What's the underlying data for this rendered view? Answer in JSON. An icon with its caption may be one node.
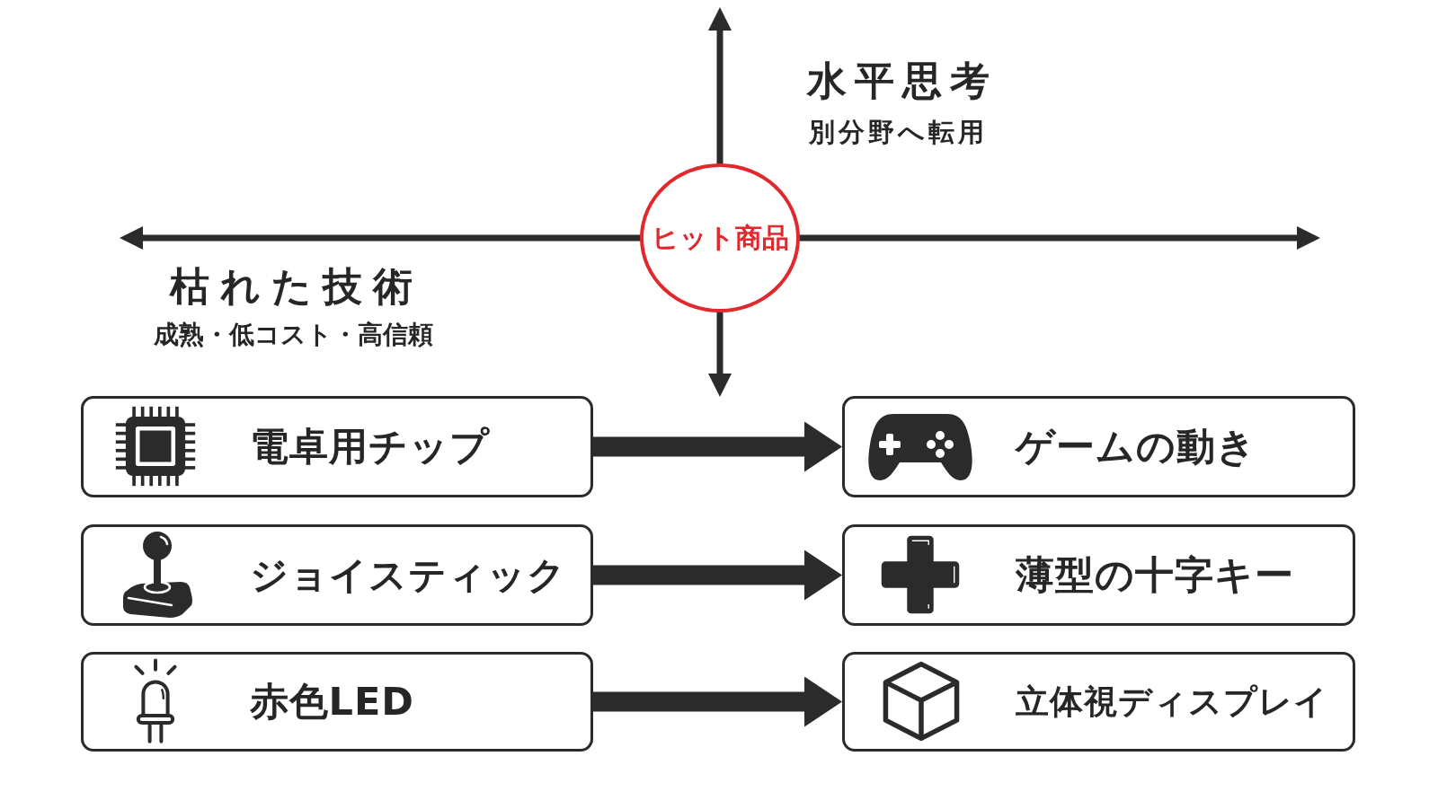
{
  "diagram": {
    "nodes": [
      {
        "text": [
          "ヒット商品"
        ]
      },
      {
        "text": [
          "電卓用チップ"
        ]
      },
      {
        "text": [
          "ゲームの動き"
        ]
      },
      {
        "text": [
          "ジョイスティック"
        ]
      },
      {
        "text": [
          "薄型の十字キー"
        ]
      },
      {
        "text": [
          "赤色LED"
        ]
      },
      {
        "text": [
          "立体視ディスプレイ"
        ]
      }
    ],
    "edges": [
      {
        "from": 1,
        "to": 2,
        "arrow": "to"
      },
      {
        "from": 3,
        "to": 4,
        "arrow": "to"
      },
      {
        "from": 5,
        "to": 6,
        "arrow": "to"
      }
    ],
    "labels": [
      "水平思考",
      "別分野へ転用",
      "枯れた技術",
      "成熟・低コスト・高信頼"
    ]
  }
}
